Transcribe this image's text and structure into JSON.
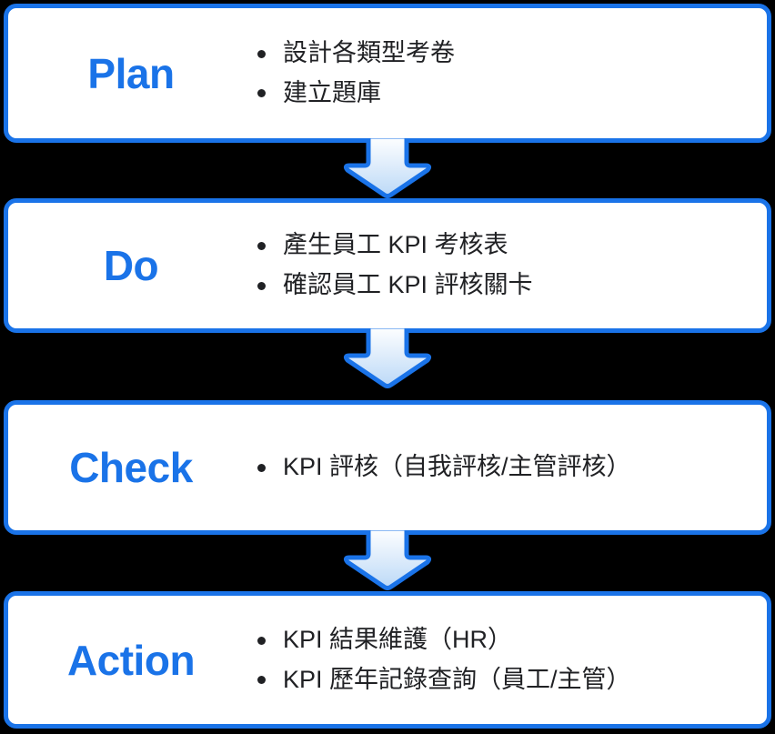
{
  "theme": {
    "accent": "#1a73e8",
    "text": "#202124",
    "card_background": "#ffffff",
    "page_background": "#000000",
    "arrow_gradient_from": "#ffffff",
    "arrow_gradient_to": "#bcd9f7"
  },
  "diagram": {
    "type": "pdca-flow",
    "bullet_glyph": "•",
    "stages": [
      {
        "key": "plan",
        "label": "Plan",
        "items": [
          "設計各類型考卷",
          "建立題庫"
        ]
      },
      {
        "key": "do",
        "label": "Do",
        "items": [
          "產生員工 KPI 考核表",
          "確認員工 KPI 評核關卡"
        ]
      },
      {
        "key": "check",
        "label": "Check",
        "items": [
          "KPI 評核（自我評核/主管評核）"
        ]
      },
      {
        "key": "action",
        "label": "Action",
        "items": [
          "KPI 結果維護（HR）",
          "KPI 歷年記錄查詢（員工/主管）"
        ]
      }
    ],
    "connectors": [
      {
        "from": "plan",
        "to": "do",
        "icon": "arrow-down-icon"
      },
      {
        "from": "do",
        "to": "check",
        "icon": "arrow-down-icon"
      },
      {
        "from": "check",
        "to": "action",
        "icon": "arrow-down-icon"
      }
    ]
  }
}
